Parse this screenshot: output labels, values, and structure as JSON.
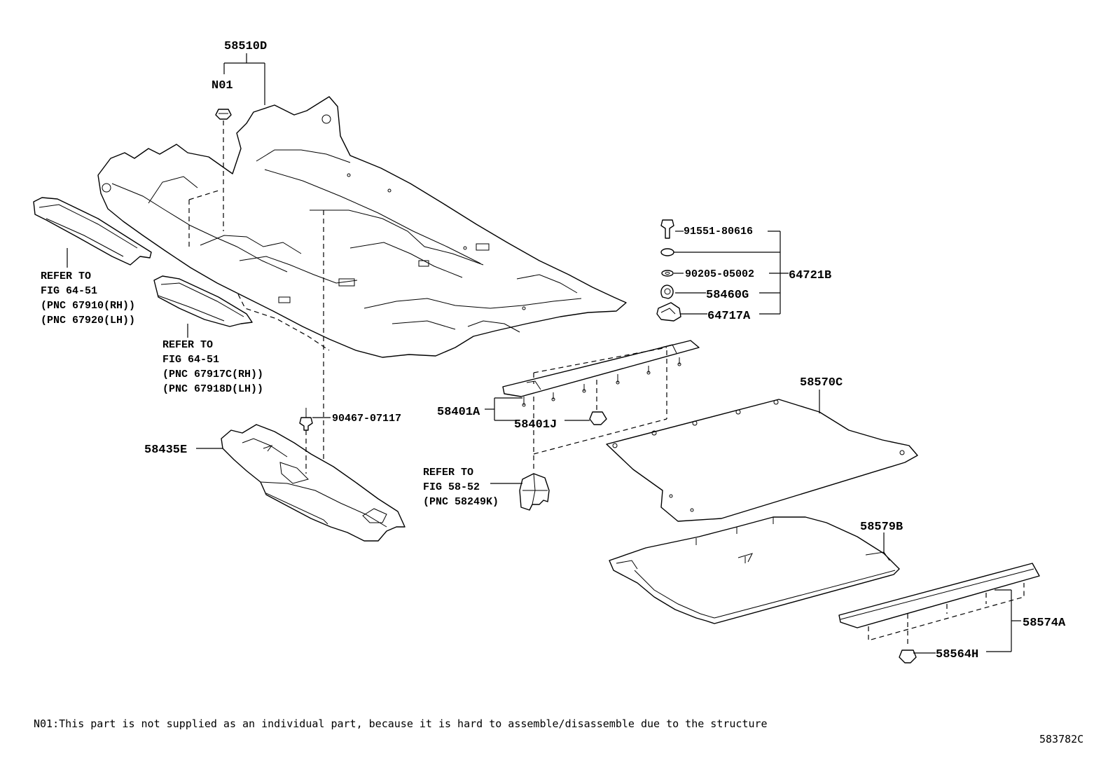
{
  "diagram_code": "583782C",
  "footnote": "N01:This part is not supplied as an individual part,  because it is hard to assemble/disassemble due to the structure",
  "labels": {
    "p58510D": "58510D",
    "n01": "N01",
    "p91551": "91551-80616",
    "p90205": "90205-05002",
    "p64721B": "64721B",
    "p58460G": "58460G",
    "p64717A": "64717A",
    "p58570C": "58570C",
    "p58401A": "58401A",
    "p58401J": "58401J",
    "p90467": "90467-07117",
    "p58435E": "58435E",
    "p58579B": "58579B",
    "p58574A": "58574A",
    "p58564H": "58564H"
  },
  "refs": {
    "ref1": [
      "REFER TO",
      "FIG 64-51",
      "(PNC 67910(RH))",
      "(PNC 67920(LH))"
    ],
    "ref2": [
      "REFER TO",
      "FIG 64-51",
      "(PNC 67917C(RH))",
      "(PNC 67918D(LH))"
    ],
    "ref3": [
      "REFER TO",
      "FIG 58-52",
      "(PNC 58249K)"
    ]
  }
}
